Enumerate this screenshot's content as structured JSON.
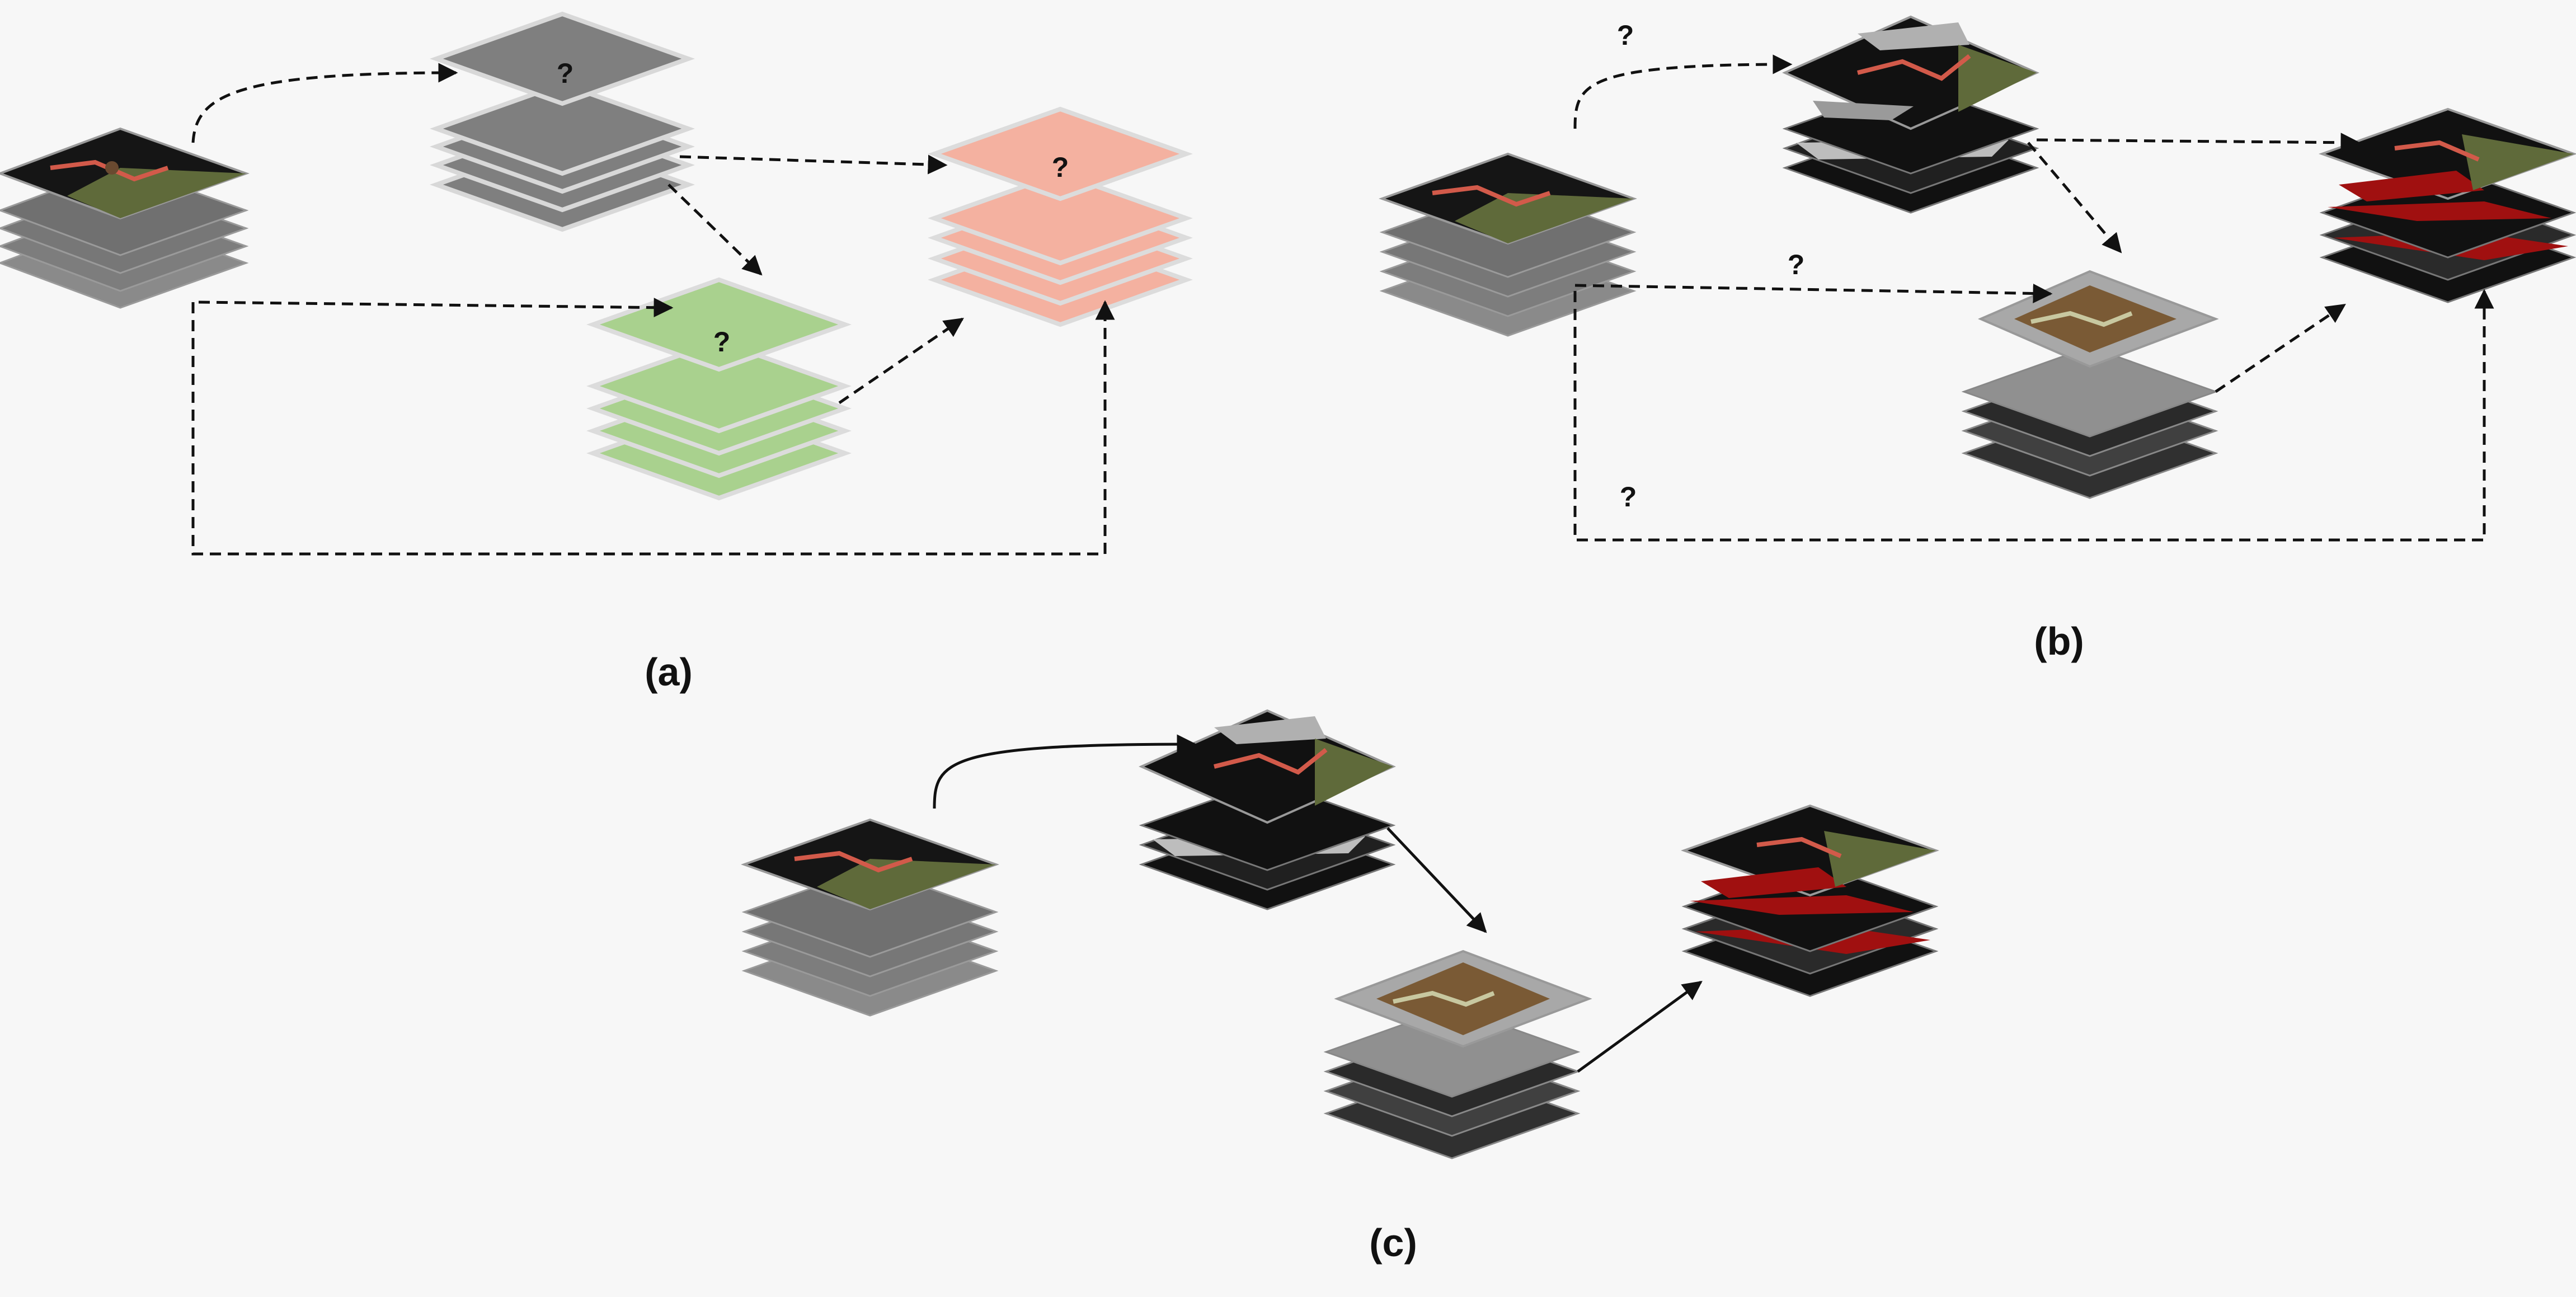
{
  "panels": [
    {
      "label": "(a)",
      "stacks": [
        {
          "kind": "video-frames",
          "layers": 5
        },
        {
          "kind": "placeholder",
          "layers": 4,
          "color": "#7f7f7f",
          "text": "?"
        },
        {
          "kind": "placeholder",
          "layers": 4,
          "color": "#a9d18e",
          "text": "?"
        },
        {
          "kind": "placeholder",
          "layers": 4,
          "color": "#f4b1a0",
          "text": "?"
        }
      ],
      "arrow_style": "dashed"
    },
    {
      "label": "(b)",
      "stacks": [
        {
          "kind": "video-frames",
          "layers": 5
        },
        {
          "kind": "rotated-frames",
          "layers": 4
        },
        {
          "kind": "color-jittered-frames",
          "layers": 4
        },
        {
          "kind": "masked-frames",
          "layers": 4,
          "mask_color": "#a01010"
        }
      ],
      "edge_marks": [
        "?",
        "?",
        "?"
      ],
      "arrow_style": "dashed"
    },
    {
      "label": "(c)",
      "stacks": [
        {
          "kind": "video-frames",
          "layers": 5
        },
        {
          "kind": "rotated-frames",
          "layers": 4
        },
        {
          "kind": "color-jittered-frames",
          "layers": 4
        },
        {
          "kind": "masked-frames",
          "layers": 4,
          "mask_color": "#a01010"
        }
      ],
      "arrow_style": "solid"
    }
  ],
  "colors": {
    "frame_border": "#8c8c8c",
    "frame_dark": "#111111",
    "foliage": "#5f6a3a",
    "sepia": "#7a5a35",
    "placeholder_gray": "#7f7f7f",
    "placeholder_green": "#a9d18e",
    "placeholder_salmon": "#f4b1a0",
    "mask_red": "#a01010",
    "arrow": "#111111"
  }
}
